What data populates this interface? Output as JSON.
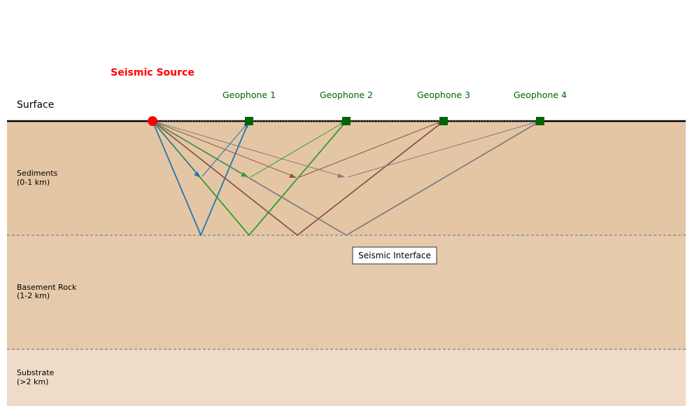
{
  "labels": {
    "source": "Seismic Source",
    "surface": "Surface",
    "interface": "Seismic Interface"
  },
  "geophones": [
    {
      "label": "Geophone 1"
    },
    {
      "label": "Geophone 2"
    },
    {
      "label": "Geophone 3"
    },
    {
      "label": "Geophone 4"
    }
  ],
  "layers": [
    {
      "name": "Sediments",
      "range": "(0-1 km)",
      "color": "#e5c6a4"
    },
    {
      "name": "Basement Rock",
      "range": "(1-2 km)",
      "color": "#e5cbab"
    },
    {
      "name": "Substrate",
      "range": "(>2 km)",
      "color": "#efdbc7"
    }
  ],
  "colors": {
    "source": "#ff0000",
    "geophone": "#006400",
    "geophone_text": "#006400",
    "source_text": "#ff0000",
    "rays": [
      "#1f77b4",
      "#2ca02c",
      "#8c564b",
      "#7f7f7f"
    ]
  }
}
